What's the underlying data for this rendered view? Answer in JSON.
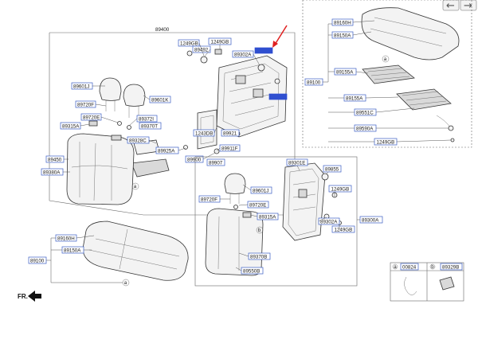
{
  "nav": {
    "prev_glyph": "←",
    "next_glyph": "→"
  },
  "labels": {
    "p89400": "89400",
    "p1249GB_a": "1249GB",
    "p1249GB_b": "1249GB",
    "p89492": "89492",
    "p89302A": "89302A",
    "p89601J": "89601J",
    "p89601K": "89601K",
    "p89720F": "89720F",
    "p89720E": "89720E",
    "p89372I": "89372I",
    "p89370T": "89370T",
    "p89315A": "89315A",
    "p89328C": "89328C",
    "p1243DB": "1243DB",
    "p89921": "89921",
    "p89925A": "89925A",
    "p89911F": "89911F",
    "p89450": "89450",
    "p89380A": "89380A",
    "p89900": "89900",
    "p89907": "89907",
    "p89160H": "89160H",
    "p89150A": "89150A",
    "p89155A": "89155A",
    "p89155A_b": "89155A",
    "p89551C": "89551C",
    "p89590A": "89590A",
    "p1249GB_c": "1249GB",
    "p89100_r": "89100",
    "p89301E": "89301E",
    "p89855": "89855",
    "p1249GB_d": "1249GB",
    "p89601J_b": "89601J",
    "p89720F_b": "89720F",
    "p89720E_b": "89720E",
    "p89315A_b": "89315A",
    "p89302A_b": "89302A",
    "p1249GB_e": "1249GB",
    "p89300A": "89300A",
    "p89370B": "89370B",
    "p89550B": "89550B",
    "p89160H_b": "89160H",
    "p89150A_b": "89150A",
    "p89100_l": "89100",
    "p00824": "00824",
    "p89329B": "89329B",
    "callout_a": "a",
    "callout_b": "b",
    "fr": "FR."
  },
  "colors": {
    "highlight": "#2f4fd0",
    "box_border": "#3b5fc4",
    "arrow": "#e02020"
  }
}
